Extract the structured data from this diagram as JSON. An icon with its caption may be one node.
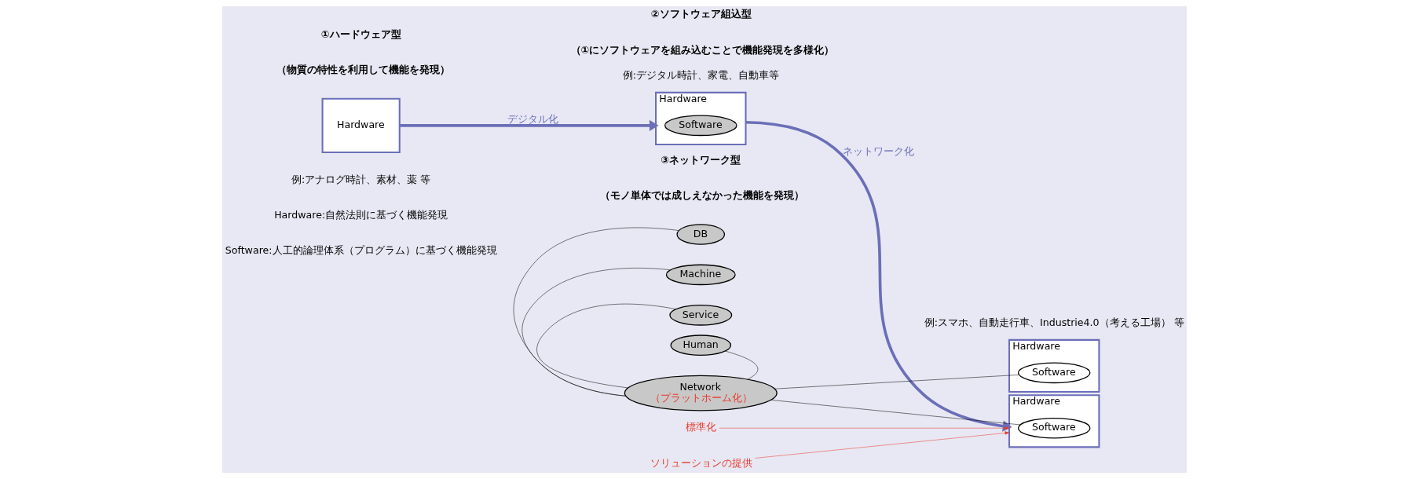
{
  "diagram": {
    "nodes": [
      {
        "text": [
          "Hardware"
        ],
        "beside": [
          "例:アナログ時計、素材、薬 等"
        ]
      },
      {
        "text": [
          "Hardware"
        ],
        "beside": [
          "例:デジタル時計、家電、自動車等"
        ]
      },
      {
        "text": [
          "Software"
        ],
        "in": 1
      },
      {
        "text": [
          "DB"
        ]
      },
      {
        "text": [
          "Machine"
        ]
      },
      {
        "text": [
          "Service"
        ]
      },
      {
        "text": [
          "Network",
          "（プラットホーム化）"
        ]
      },
      {
        "text": [
          "Human"
        ]
      },
      {
        "text": [
          "Hardware"
        ]
      },
      {
        "text": [
          "Software"
        ],
        "in": 8
      },
      {
        "text": [
          "Hardware"
        ]
      },
      {
        "text": [
          "Software"
        ],
        "in": 10
      },
      {
        "text": [
          "標準化"
        ]
      },
      {
        "text": [
          "ソリューションの提供"
        ]
      }
    ],
    "edges": [
      {
        "from": 0,
        "to": 1,
        "arrow": "to",
        "label": "デジタル化",
        "style": "thick",
        "color": "#6b6fb8"
      },
      {
        "from": 1,
        "to": 8,
        "arrow": "to",
        "label": "ネットワーク化",
        "style": "thick",
        "color": "#6b6fb8"
      },
      {
        "from": 5,
        "to": 6,
        "arrow": "none"
      },
      {
        "from": 3,
        "to": 6,
        "arrow": "none"
      },
      {
        "from": 4,
        "to": 6,
        "arrow": "none"
      },
      {
        "from": 7,
        "to": 6,
        "arrow": "none"
      },
      {
        "from": 6,
        "to": 9,
        "arrow": "none"
      },
      {
        "from": 6,
        "to": 11,
        "arrow": "none"
      },
      {
        "from": 12,
        "to": 8,
        "arrow": "to",
        "color": "#e8392b"
      },
      {
        "from": 13,
        "to": 8,
        "arrow": "to",
        "color": "#e8392b"
      }
    ],
    "labels": [
      "①ハードウェア型",
      "（物質の特性を利用して機能を発現）",
      "②ソフトウェア組込型",
      "（①にソフトウェアを組み込むことで機能発現を多様化）",
      "③ネットワーク型",
      "（モノ単体では成しえなかった機能を発現）",
      "Hardware:自然法則に基づく機能発現",
      "Software:人工的論理体系（プログラム）に基づく機能発現",
      "例:スマホ、自動走行車、Industrie4.0（考える工場） 等"
    ]
  }
}
